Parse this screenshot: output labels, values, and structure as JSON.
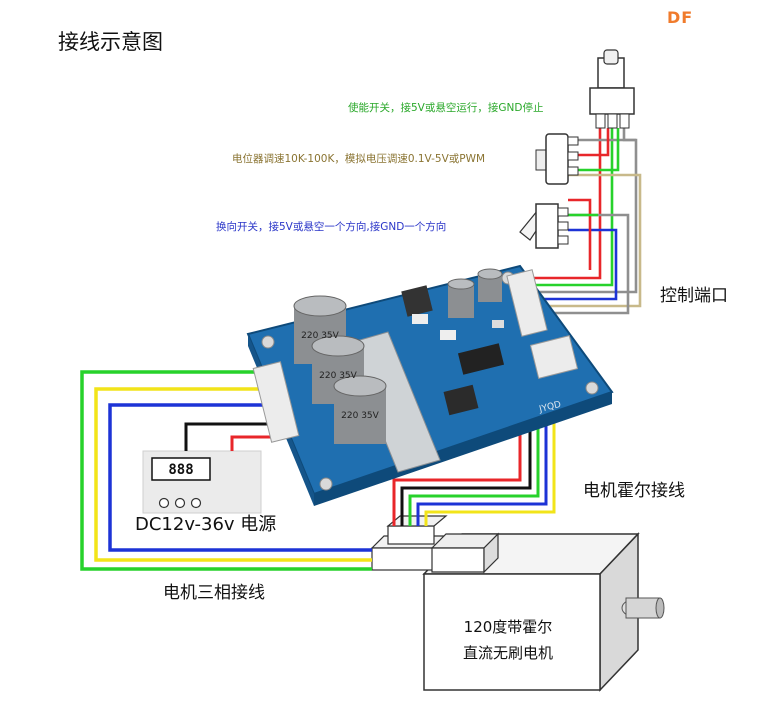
{
  "title": "接线示意图",
  "logo": "DF",
  "labels": {
    "enable_switch": "使能开关，接5V或悬空运行，接GND停止",
    "potentiometer": "电位器调速10K-100K，模拟电压调速0.1V-5V或PWM",
    "direction_switch": "换向开关，接5V或悬空一个方向,接GND一个方向",
    "control_port": "控制端口",
    "hall_wiring": "电机霍尔接线",
    "power_supply": "DC12v-36v 电源",
    "phase_wiring": "电机三相接线",
    "motor_line1": "120度带霍尔",
    "motor_line2": "直流无刷电机"
  },
  "board": {
    "capacitor_text": "220 35V",
    "display_text": "888",
    "marking": "JYQD"
  },
  "colors": {
    "wire_red": "#e8262a",
    "wire_green": "#27d22b",
    "wire_yellow": "#f2e419",
    "wire_blue": "#1d33d6",
    "wire_black": "#111111",
    "wire_gray": "#8f8f8f",
    "wire_tan": "#c8b98a",
    "board": "#1f6fb0"
  }
}
